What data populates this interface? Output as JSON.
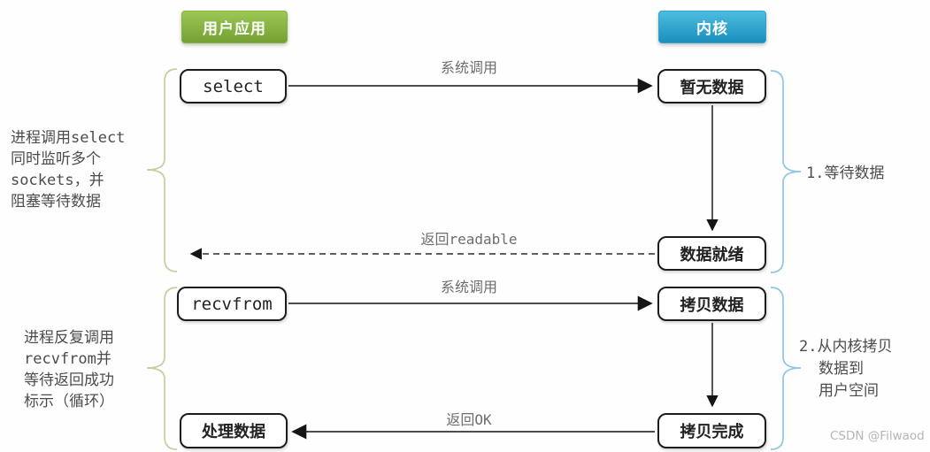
{
  "headers": {
    "user": "用户应用",
    "kernel": "内核"
  },
  "boxes": {
    "select": "select",
    "no_data": "暂无数据",
    "data_ready": "数据就绪",
    "recvfrom": "recvfrom",
    "copy_data": "拷贝数据",
    "process_data": "处理数据",
    "copy_done": "拷贝完成"
  },
  "arrow_labels": {
    "syscall_select": "系统调用",
    "return_readable": "返回readable",
    "syscall_recvfrom": "系统调用",
    "return_ok": "返回OK"
  },
  "notes": {
    "left_top": {
      "lines": [
        "进程调用select",
        "同时监听多个",
        "sockets，并",
        "阻塞等待数据"
      ]
    },
    "left_bottom": {
      "lines": [
        "进程反复调用",
        "recvfrom并",
        "等待返回成功",
        "标示（循环）"
      ]
    },
    "right_wait": "1.等待数据",
    "right_copy": {
      "lines": [
        "2.从内核拷贝",
        "数据到",
        "用户空间"
      ]
    }
  },
  "watermark": "CSDN @Filwaod",
  "colors": {
    "bg": "#fefefe",
    "user_header_top": "#9dc756",
    "user_header_bottom": "#72a132",
    "kernel_header_top": "#4cbde0",
    "kernel_header_bottom": "#1a8fbc",
    "brace_left": "#cbcc9e",
    "brace_right": "#8fc6e2",
    "box_border": "#1c1c1c",
    "arrow": "#4d4d4d",
    "arrow_dark": "#2b2b2b",
    "label_text": "#6d6d6d",
    "note_text": "#4c4c4c",
    "watermark_text": "#b5b5b5"
  }
}
